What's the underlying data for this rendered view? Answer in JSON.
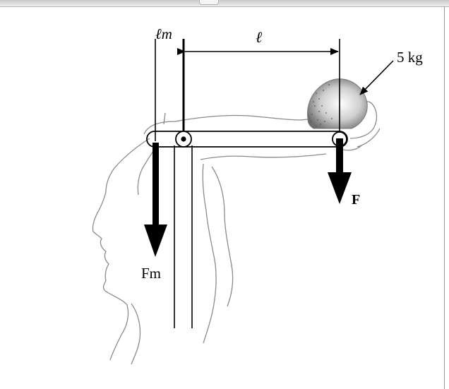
{
  "labels": {
    "lever_arm_muscle": "ℓm",
    "lever_arm_load": "ℓ",
    "mass": "5 kg",
    "force_load": "F",
    "force_muscle": "Fm"
  },
  "colors": {
    "ink": "#000000",
    "sketch": "#8a8a8a"
  }
}
